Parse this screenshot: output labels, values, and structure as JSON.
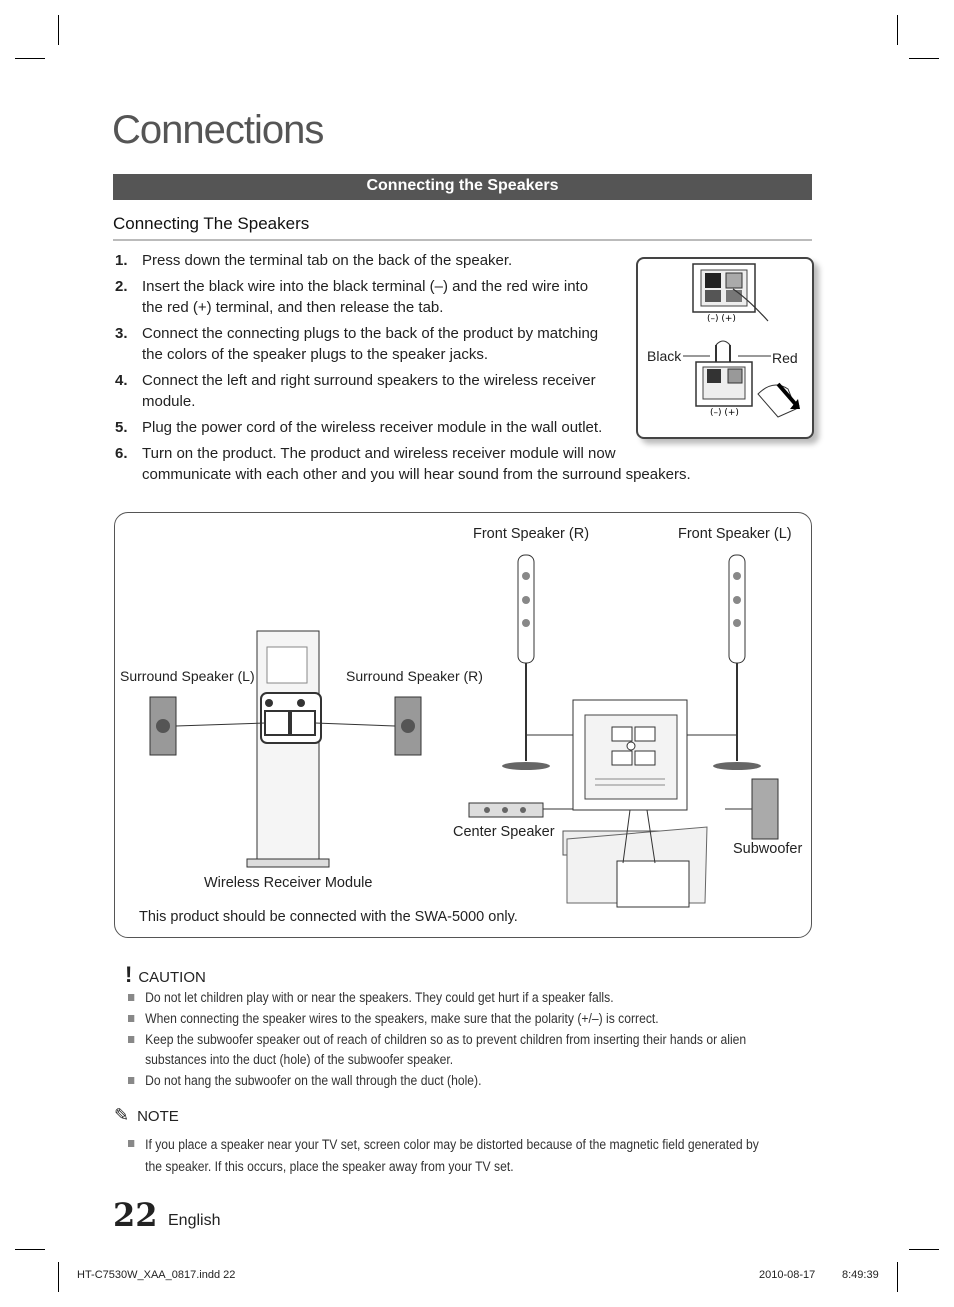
{
  "chapter_title": "Connections",
  "section_bar": "Connecting the Speakers",
  "sub_heading": "Connecting The Speakers",
  "steps": [
    {
      "num": "1.",
      "text": "Press down the terminal tab on the back of the speaker."
    },
    {
      "num": "2.",
      "text": "Insert the black wire into the black terminal (–) and the red wire into the red (+) terminal, and then release the tab."
    },
    {
      "num": "3.",
      "text": "Connect the connecting plugs to the back of the product by matching the colors of the speaker plugs to the speaker jacks."
    },
    {
      "num": "4.",
      "text": "Connect the left and right surround speakers to the wireless receiver module."
    },
    {
      "num": "5.",
      "text": "Plug the power cord of the wireless receiver module in the wall outlet."
    },
    {
      "num": "6.",
      "text": "Turn on the product. The product and wireless receiver module will now communicate with each other and you will hear sound from the surround speakers."
    }
  ],
  "terminal_figure": {
    "black_label": "Black",
    "red_label": "Red",
    "polarity_top": "(–)  (+)",
    "polarity_bottom": "(–)  (+)"
  },
  "diagram": {
    "front_speaker_r": "Front Speaker (R)",
    "front_speaker_l": "Front Speaker (L)",
    "surround_speaker_l": "Surround Speaker (L)",
    "surround_speaker_r": "Surround Speaker (R)",
    "center_speaker": "Center Speaker",
    "subwoofer": "Subwoofer",
    "wireless_receiver_module": "Wireless Receiver Module",
    "swa_note": "This product should be connected with the SWA-5000 only."
  },
  "caution": {
    "heading": "CAUTION",
    "items": [
      "Do not let children play with or near the speakers. They could get hurt if a speaker falls.",
      "When connecting the speaker wires to the speakers, make sure that the polarity (+/–) is correct.",
      "Keep the subwoofer speaker out of reach of children so as to prevent children from inserting their hands or alien substances into the duct (hole) of the subwoofer speaker.",
      "Do not hang the subwoofer on the wall through the duct (hole)."
    ]
  },
  "note": {
    "heading": "NOTE",
    "items": [
      "If you place a speaker near your TV set, screen color may be distorted because of the magnetic field generated by the speaker. If this occurs, place the speaker away from your TV set."
    ]
  },
  "page": {
    "number": "22",
    "language": "English"
  },
  "footer": {
    "file": "HT-C7530W_XAA_0817.indd   22",
    "date": "2010-08-17",
    "time": "8:49:39"
  }
}
